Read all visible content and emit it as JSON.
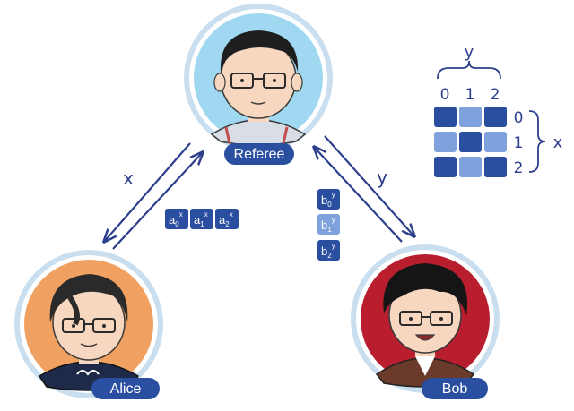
{
  "players": {
    "referee": {
      "name": "Referee"
    },
    "alice": {
      "name": "Alice"
    },
    "bob": {
      "name": "Bob"
    }
  },
  "questions": {
    "to_alice": "x",
    "to_bob": "y"
  },
  "alice_answers": [
    {
      "base": "a",
      "sub": "0",
      "sup": "x"
    },
    {
      "base": "a",
      "sub": "1",
      "sup": "x"
    },
    {
      "base": "a",
      "sub": "2",
      "sup": "x"
    }
  ],
  "bob_answers": [
    {
      "base": "b",
      "sub": "0",
      "sup": "y"
    },
    {
      "base": "b",
      "sub": "1",
      "sup": "y"
    },
    {
      "base": "b",
      "sub": "2",
      "sup": "y"
    }
  ],
  "grid": {
    "col_axis_label": "y",
    "row_axis_label": "x",
    "col_labels": [
      "0",
      "1",
      "2"
    ],
    "row_labels": [
      "0",
      "1",
      "2"
    ],
    "cells": [
      [
        "dark",
        "light",
        "dark"
      ],
      [
        "light",
        "dark",
        "light"
      ],
      [
        "dark",
        "light",
        "dark"
      ]
    ]
  },
  "colors": {
    "dark": "#2b4fa0",
    "light": "#7fa2dc",
    "ink": "#2c3e8c",
    "referee_bg": "#9fd8f0",
    "alice_bg": "#f0a060",
    "bob_bg": "#b81e2d",
    "ring": "#c9dff0"
  }
}
